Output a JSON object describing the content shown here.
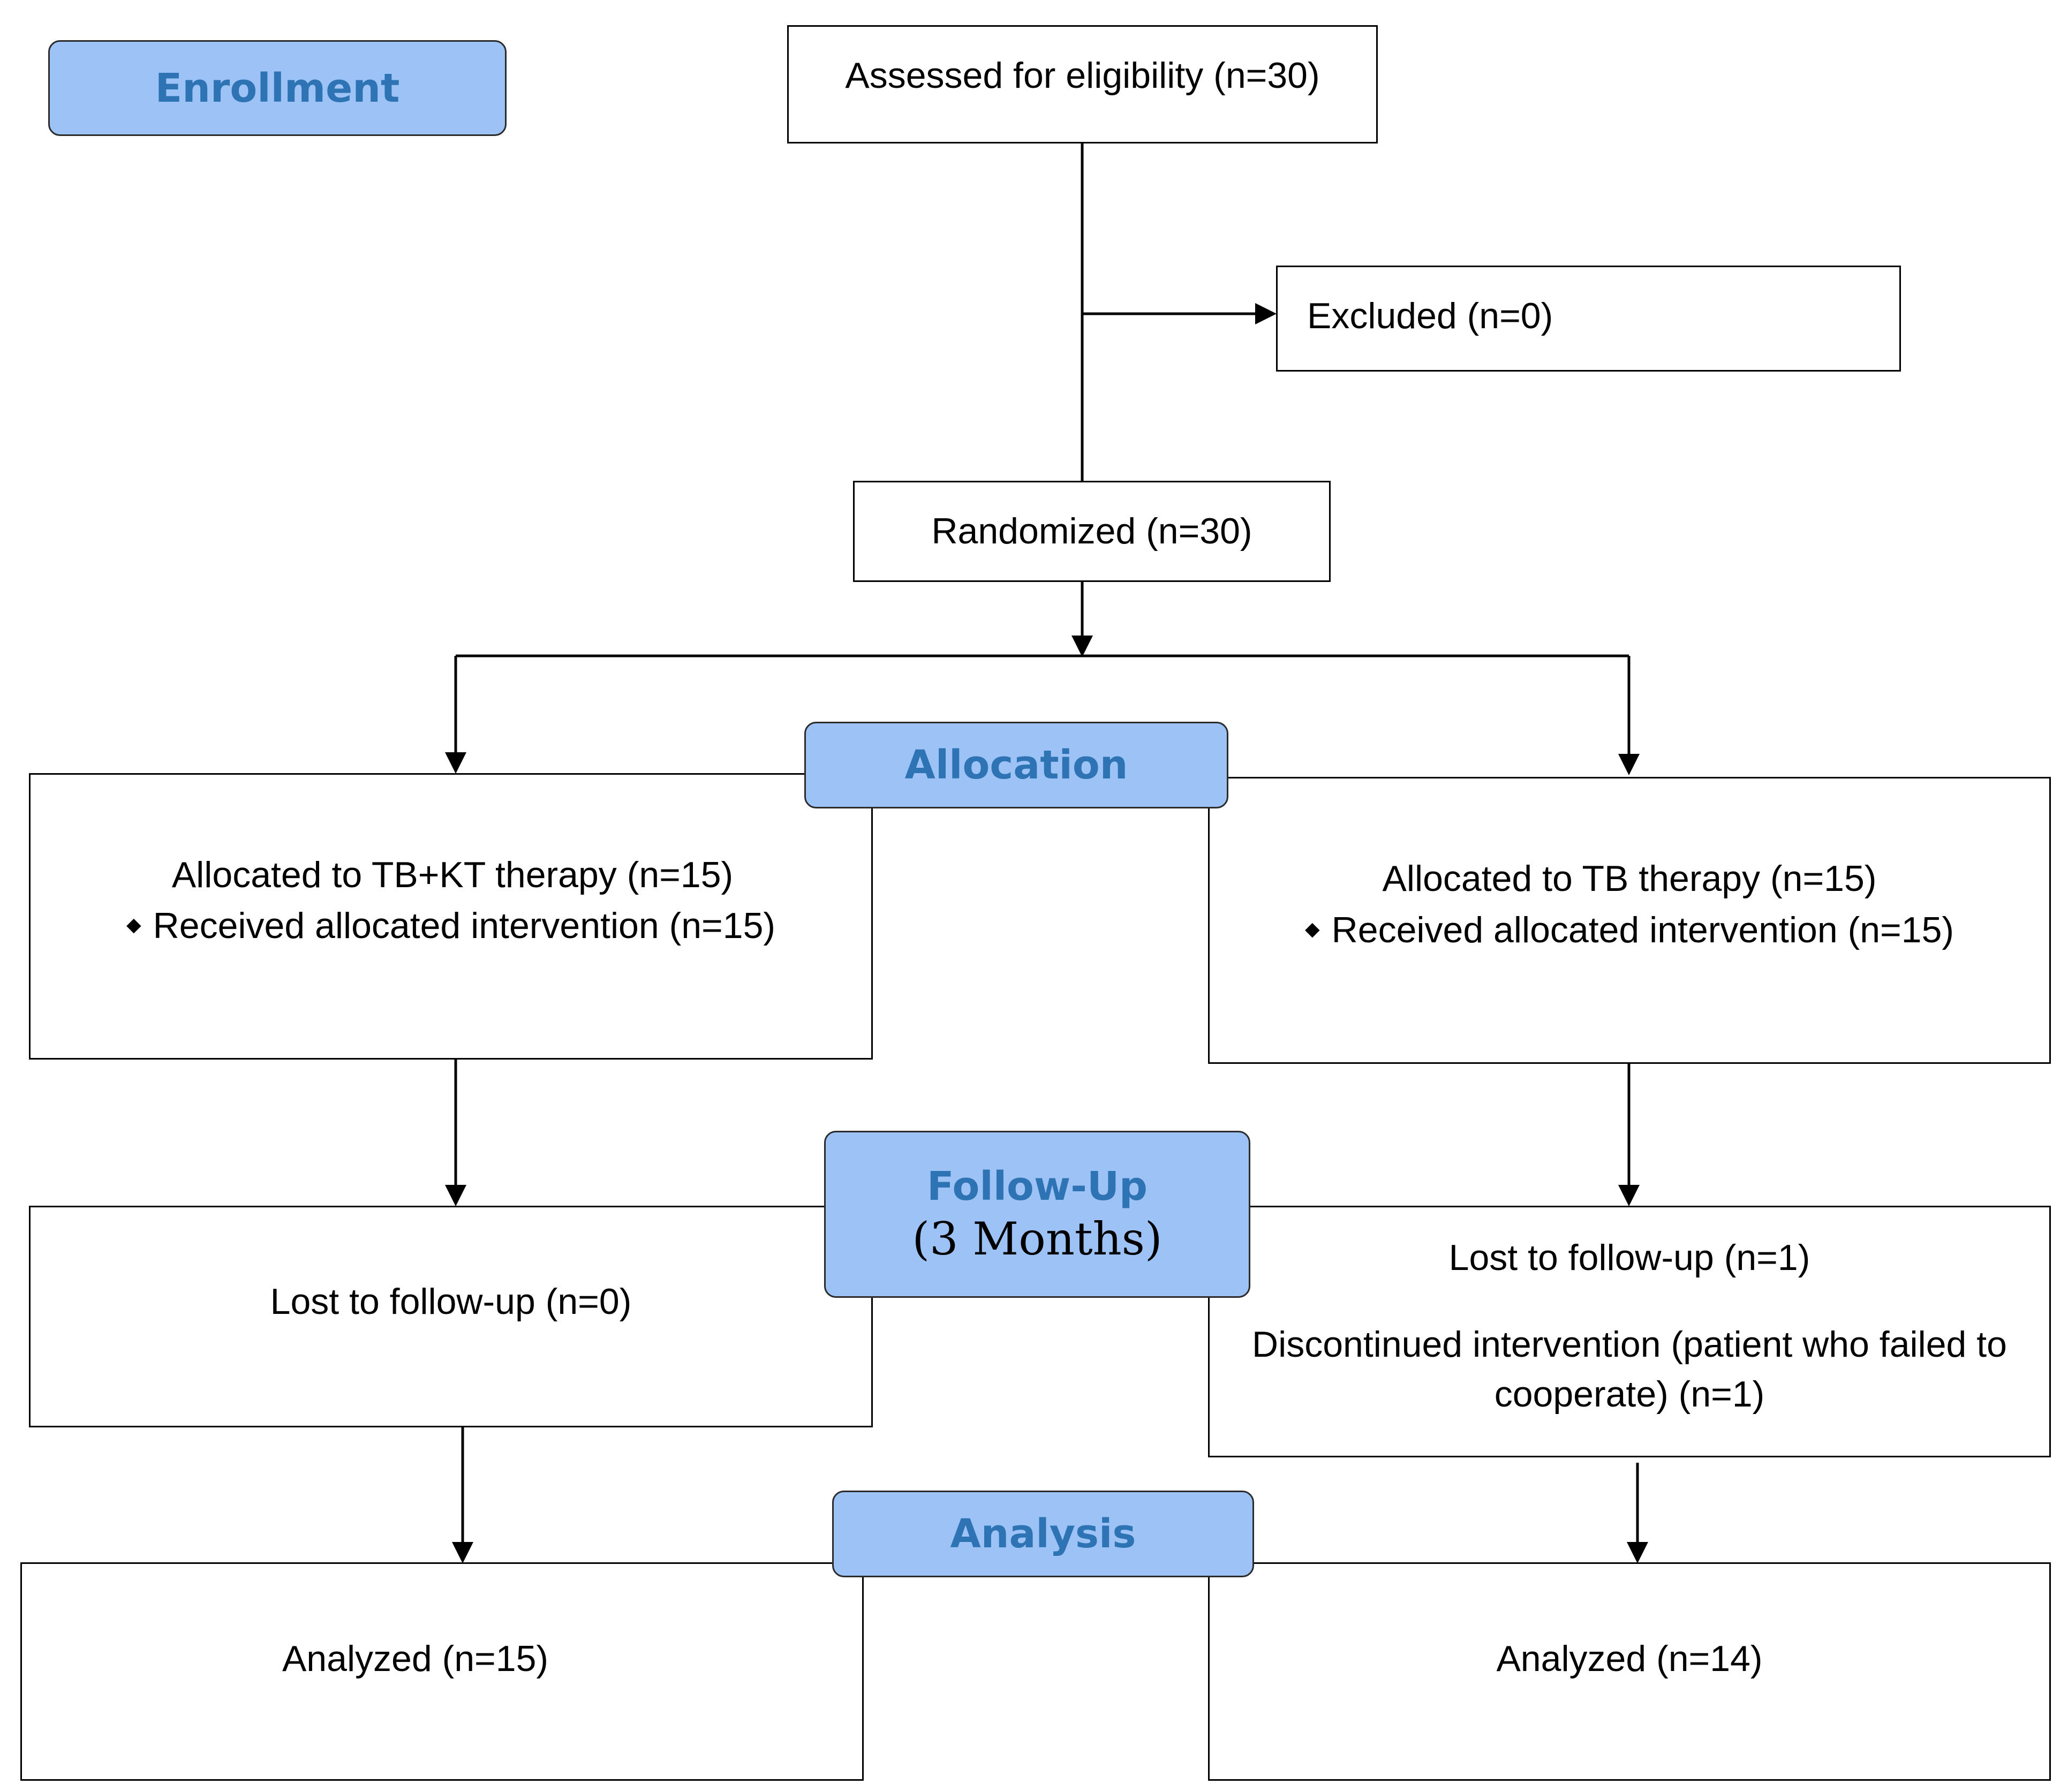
{
  "stages": {
    "enrollment": "Enrollment",
    "allocation": "Allocation",
    "follow_up": "Follow-Up",
    "follow_up_sub": "(3 Months)",
    "analysis": "Analysis"
  },
  "boxes": {
    "assessed": "Assessed for eligibility (n=30)",
    "excluded": "Excluded (n=0)",
    "randomized": "Randomized (n=30)",
    "alloc_left_title": "Allocated to TB+KT therapy (n=15)",
    "alloc_left_item": "Received allocated intervention (n=15)",
    "alloc_right_title": "Allocated to TB therapy (n=15)",
    "alloc_right_item": "Received allocated intervention (n=15)",
    "followup_left": "Lost to follow-up (n=0)",
    "followup_right_1": "Lost to follow-up (n=1)",
    "followup_right_2a": "Discontinued intervention (patient who failed to",
    "followup_right_2b": "cooperate) (n=1)",
    "analysis_left": "Analyzed (n=15)",
    "analysis_right": "Analyzed  (n=14)"
  },
  "bullet_symbol": "◆",
  "colors": {
    "stage_fill": "#9dc3f6",
    "stage_text": "#2e74b5",
    "line": "#000000"
  }
}
